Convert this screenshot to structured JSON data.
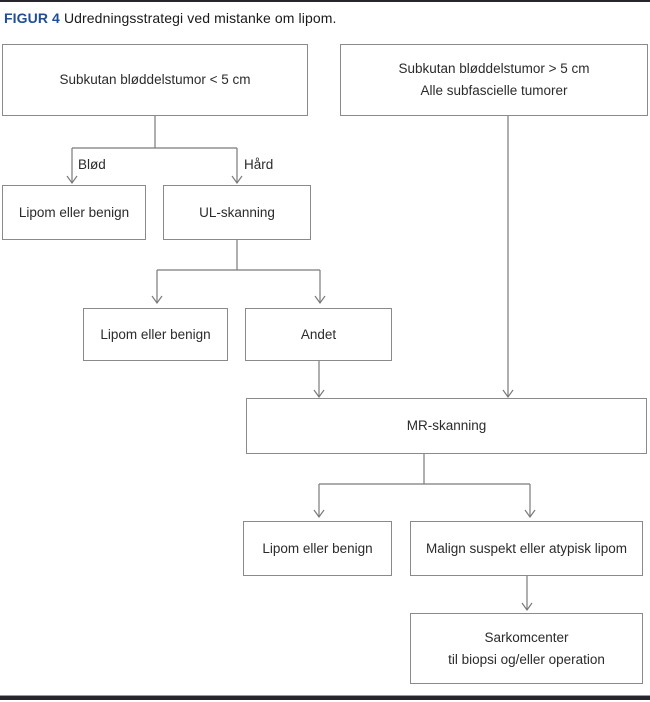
{
  "header": {
    "figure_label": "FIGUR 4",
    "caption": "Udredningsstrategi ved mistanke om lipom."
  },
  "colors": {
    "accent_blue": "#1f4e94",
    "box_border": "#8a8a8a",
    "connector_line": "#7a7a7a",
    "text": "#2b2b2b",
    "rule_bar": "#26262c"
  },
  "flowchart": {
    "nodes": [
      {
        "id": "subkutan-lt-5cm",
        "lines": [
          "Subkutan bløddelstumor < 5 cm"
        ]
      },
      {
        "id": "subkutan-gt-5cm",
        "lines": [
          "Subkutan bløddelstumor > 5 cm",
          "Alle subfascielle tumorer"
        ]
      },
      {
        "id": "lipom-benign-1",
        "lines": [
          "Lipom eller benign"
        ]
      },
      {
        "id": "ul-skanning",
        "lines": [
          "UL-skanning"
        ]
      },
      {
        "id": "lipom-benign-2",
        "lines": [
          "Lipom eller benign"
        ]
      },
      {
        "id": "andet",
        "lines": [
          "Andet"
        ]
      },
      {
        "id": "mr-skanning",
        "lines": [
          "MR-skanning"
        ]
      },
      {
        "id": "lipom-benign-3",
        "lines": [
          "Lipom eller benign"
        ]
      },
      {
        "id": "malign-suspekt",
        "lines": [
          "Malign suspekt eller atypisk lipom"
        ]
      },
      {
        "id": "sarkomcenter",
        "lines": [
          "Sarkomcenter",
          "til biopsi og/eller operation"
        ]
      }
    ],
    "edge_labels": [
      {
        "id": "blod",
        "text": "Blød"
      },
      {
        "id": "hard",
        "text": "Hård"
      }
    ]
  }
}
